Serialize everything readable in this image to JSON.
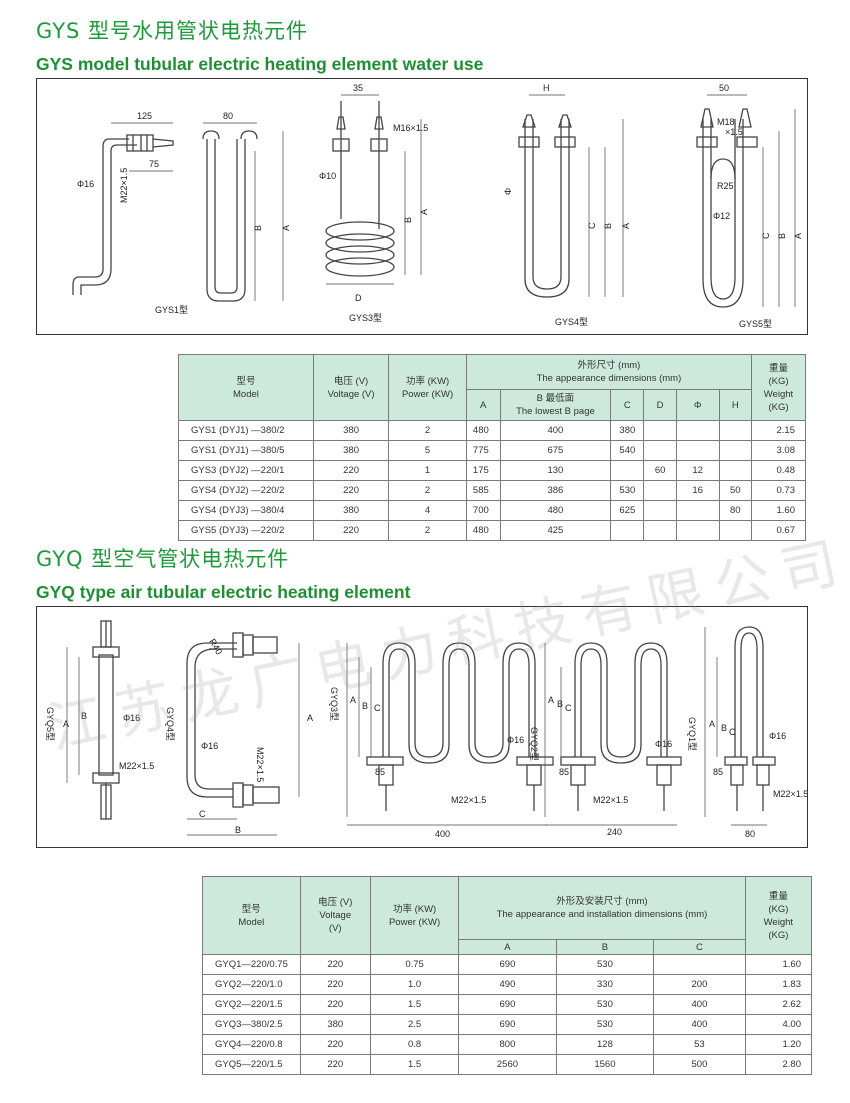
{
  "section1": {
    "title_cn": "GYS 型号水用管状电热元件",
    "title_en": "GYS model tubular electric heating element water use"
  },
  "section2": {
    "title_cn": "GYQ 型空气管状电热元件",
    "title_en": "GYQ type air tubular electric heating element"
  },
  "watermark": "江苏龙广电力科技有限公司",
  "diagram1": {
    "labels": {
      "gys1_w": "125",
      "gys1_d": "75",
      "gys1_m": "M22×1.5",
      "gys1_phi": "Φ16",
      "gys1_name": "GYS1型",
      "gys2_w": "80",
      "gys2_b": "B",
      "gys2_a": "A",
      "gys3_w": "35",
      "gys3_m": "M16×1.5",
      "gys3_phi": "Φ10",
      "gys3_b": "B",
      "gys3_a": "A",
      "gys3_d": "D",
      "gys3_name": "GYS3型",
      "gys4_h": "H",
      "gys4_phi": "Φ",
      "gys4_c": "C",
      "gys4_b": "B",
      "gys4_a": "A",
      "gys4_name": "GYS4型",
      "gys5_w": "50",
      "gys5_m1": "M18",
      "gys5_m2": "×1.5",
      "gys5_r": "R25",
      "gys5_phi": "Φ12",
      "gys5_c": "C",
      "gys5_b": "B",
      "gys5_a": "A",
      "gys5_name": "GYS5型"
    }
  },
  "table1": {
    "headers": {
      "model_cn": "型号",
      "model_en": "Model",
      "voltage_cn": "电压 (V)",
      "voltage_en": "Voltage (V)",
      "power_cn": "功率 (KW)",
      "power_en": "Power (KW)",
      "dims_cn": "外形尺寸 (mm)",
      "dims_en": "The appearance dimensions (mm)",
      "a": "A",
      "b_cn": "B 最低面",
      "b_en": "The lowest B page",
      "c": "C",
      "d": "D",
      "phi": "Φ",
      "h": "H",
      "weight_cn": "重量",
      "weight_kg": "(KG)",
      "weight_en": "Weight",
      "weight_kg2": "(KG)"
    },
    "rows": [
      {
        "model": "GYS1 (DYJ1) —380/2",
        "voltage": "380",
        "power": "2",
        "a": "480",
        "b": "400",
        "c": "380",
        "d": "",
        "phi": "",
        "h": "",
        "weight": "2.15"
      },
      {
        "model": "GYS1 (DYJ1) —380/5",
        "voltage": "380",
        "power": "5",
        "a": "775",
        "b": "675",
        "c": "540",
        "d": "",
        "phi": "",
        "h": "",
        "weight": "3.08"
      },
      {
        "model": "GYS3 (DYJ2) —220/1",
        "voltage": "220",
        "power": "1",
        "a": "175",
        "b": "130",
        "c": "",
        "d": "60",
        "phi": "12",
        "h": "",
        "weight": "0.48"
      },
      {
        "model": "GYS4 (DYJ2) —220/2",
        "voltage": "220",
        "power": "2",
        "a": "585",
        "b": "386",
        "c": "530",
        "d": "",
        "phi": "16",
        "h": "50",
        "weight": "0.73"
      },
      {
        "model": "GYS4 (DYJ3) —380/4",
        "voltage": "380",
        "power": "4",
        "a": "700",
        "b": "480",
        "c": "625",
        "d": "",
        "phi": "",
        "h": "80",
        "weight": "1.60"
      },
      {
        "model": "GYS5 (DYJ3) —220/2",
        "voltage": "220",
        "power": "2",
        "a": "480",
        "b": "425",
        "c": "",
        "d": "",
        "phi": "",
        "h": "",
        "weight": "0.67"
      }
    ]
  },
  "diagram2": {
    "labels": {
      "gyq5_name": "GYQ5型",
      "gyq5_phi": "Φ16",
      "gyq5_m": "M22×1.5",
      "gyq5_a": "A",
      "gyq5_b": "B",
      "gyq4_name": "GYQ4型",
      "gyq4_r": "R40",
      "gyq4_phi": "Φ16",
      "gyq4_m": "M22×1.5",
      "gyq4_a": "A",
      "gyq4_c": "C",
      "gyq4_b": "B",
      "gyq3_name": "GYQ3型",
      "gyq3_a": "A",
      "gyq3_b": "B",
      "gyq3_c": "C",
      "gyq3_phi": "Φ16",
      "gyq3_85": "85",
      "gyq3_m": "M22×1.5",
      "gyq3_w": "400",
      "gyq2_name": "GYQ2型",
      "gyq2_a": "A",
      "gyq2_b": "B",
      "gyq2_c": "C",
      "gyq2_phi": "Φ16",
      "gyq2_85": "85",
      "gyq2_m": "M22×1.5",
      "gyq2_w": "240",
      "gyq1_name": "GYQ1型",
      "gyq1_a": "A",
      "gyq1_b": "B",
      "gyq1_c": "C",
      "gyq1_phi": "Φ16",
      "gyq1_85": "85",
      "gyq1_m": "M22×1.5",
      "gyq1_w": "80"
    }
  },
  "table2": {
    "headers": {
      "model_cn": "型号",
      "model_en": "Model",
      "voltage_cn": "电压 (V)",
      "voltage_en": "Voltage",
      "voltage_unit": "(V)",
      "power_cn": "功率 (KW)",
      "power_en": "Power (KW)",
      "dims_cn": "外形及安装尺寸 (mm)",
      "dims_en": "The appearance and installation dimensions (mm)",
      "a": "A",
      "b": "B",
      "c": "C",
      "weight_cn": "重量",
      "weight_kg": "(KG)",
      "weight_en": "Weight",
      "weight_kg2": "(KG)"
    },
    "rows": [
      {
        "model": "GYQ1—220/0.75",
        "voltage": "220",
        "power": "0.75",
        "a": "690",
        "b": "530",
        "c": "",
        "weight": "1.60"
      },
      {
        "model": "GYQ2—220/1.0",
        "voltage": "220",
        "power": "1.0",
        "a": "490",
        "b": "330",
        "c": "200",
        "weight": "1.83"
      },
      {
        "model": "GYQ2—220/1.5",
        "voltage": "220",
        "power": "1.5",
        "a": "690",
        "b": "530",
        "c": "400",
        "weight": "2.62"
      },
      {
        "model": "GYQ3—380/2.5",
        "voltage": "380",
        "power": "2.5",
        "a": "690",
        "b": "530",
        "c": "400",
        "weight": "4.00"
      },
      {
        "model": "GYQ4—220/0.8",
        "voltage": "220",
        "power": "0.8",
        "a": "800",
        "b": "128",
        "c": "53",
        "weight": "1.20"
      },
      {
        "model": "GYQ5—220/1.5",
        "voltage": "220",
        "power": "1.5",
        "a": "2560",
        "b": "1560",
        "c": "500",
        "weight": "2.80"
      }
    ]
  }
}
